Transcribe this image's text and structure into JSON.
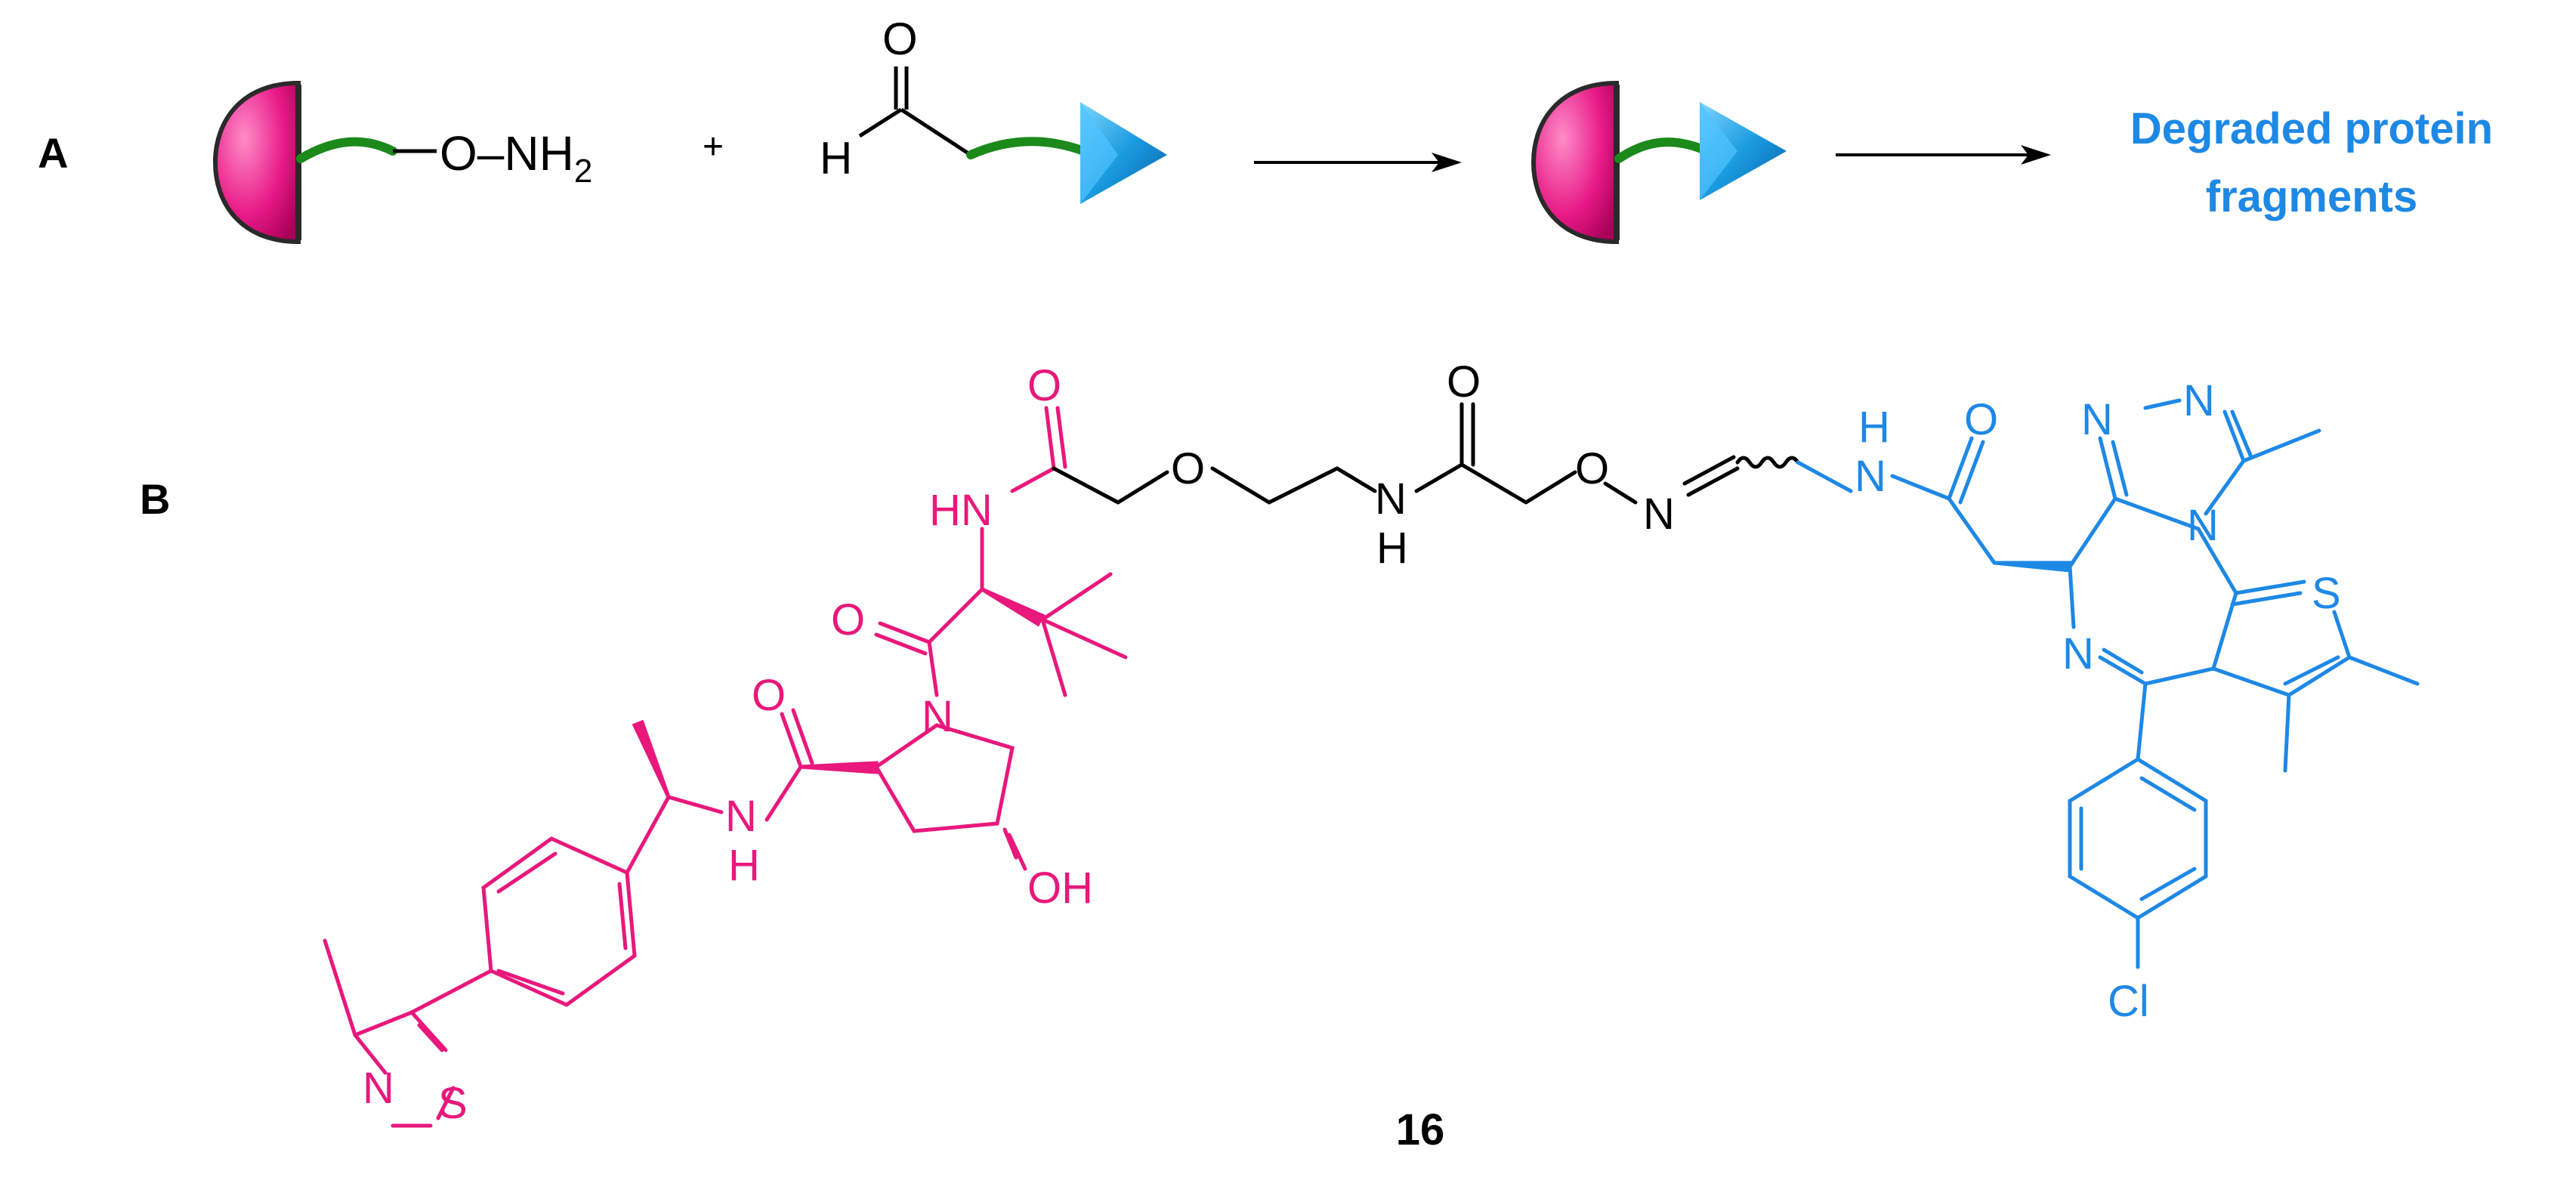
{
  "panels": {
    "a": {
      "label": "A"
    },
    "b": {
      "label": "B"
    }
  },
  "scheme": {
    "aminooxy_label": "O–NH",
    "aminooxy_subscript": "2",
    "plus": "+",
    "aldehyde_o": "O",
    "aldehyde_h": "H",
    "result_line1": "Degraded protein",
    "result_line2": "fragments"
  },
  "structure": {
    "compound_number": "16",
    "atoms": {
      "vhl_amide_o": "O",
      "vhl_hn": "HN",
      "vhl_o2": "O",
      "vhl_amide2_o": "O",
      "vhl_n_pyr": "N",
      "vhl_nh": "N",
      "vhl_nh_h": "H",
      "vhl_oh": "OH",
      "thiazole_n": "N",
      "thiazole_s": "S",
      "linker_o1": "O",
      "linker_nh": "N",
      "linker_nh_h": "H",
      "linker_carbonyl_o": "O",
      "oxime_o": "O",
      "oxime_n": "N",
      "jq1_nh": "N",
      "jq1_nh_h": "H",
      "jq1_amide_o": "O",
      "triazole_n1": "N",
      "triazole_n2": "N",
      "triazole_n3": "N",
      "diazepine_n": "N",
      "thiophene_s": "S",
      "chloro": "Cl"
    }
  },
  "colors": {
    "vhl_ligand": "#e8187c",
    "target_ligand": "#1e88e5",
    "linker": "#000000",
    "linker_green": "#1b8a1b",
    "result_text": "#1e88e5"
  }
}
